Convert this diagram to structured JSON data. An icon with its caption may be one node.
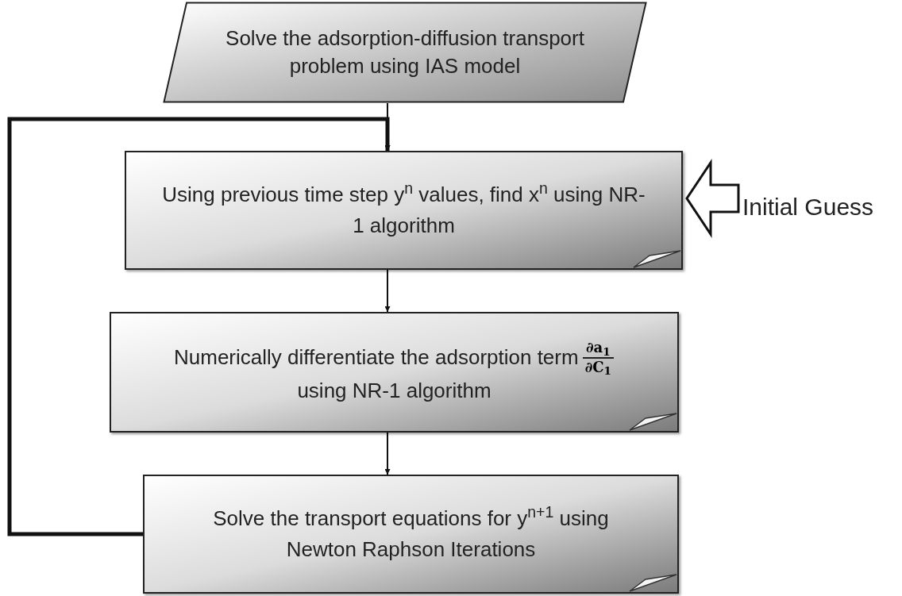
{
  "diagram": {
    "nodes": [
      {
        "text": [
          "Solve the adsorption-diffusion transport problem using IAS model"
        ]
      },
      {
        "text": [
          "Using previous time step y$^{n}$ values, find x$^{n}$ using NR-1 algorithm"
        ]
      },
      {
        "text": [
          "Numerically differentiate the adsorption term",
          "∂a$_{1}$",
          "∂C$_{1}$",
          "using NR-1 algorithm"
        ]
      },
      {
        "text": [
          "Solve the transport equations for y$^{n+1}$ using Newton Raphson Iterations"
        ]
      },
      {
        "text": [
          "Initial Guess"
        ]
      }
    ],
    "edges": [
      {
        "from": 0,
        "to": 1,
        "arrow": "to"
      },
      {
        "from": 1,
        "to": 2,
        "arrow": "to"
      },
      {
        "from": 2,
        "to": 3,
        "arrow": "to"
      },
      {
        "from": 3,
        "to": 1,
        "arrow": "to",
        "style": "thick"
      },
      {
        "from": 4,
        "to": 1,
        "arrow": "to",
        "style": "thick"
      }
    ]
  }
}
